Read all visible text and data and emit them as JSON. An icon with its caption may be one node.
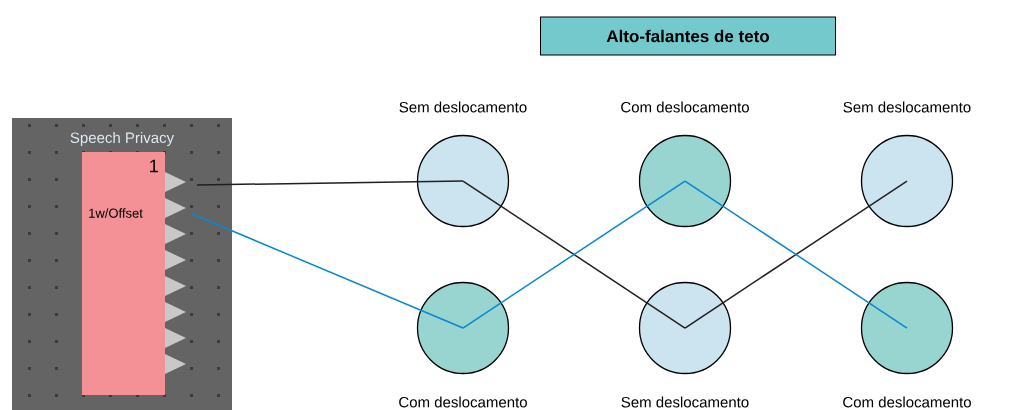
{
  "diagram": {
    "title": "Alto-falantes de teto",
    "nodes": [
      {
        "text": [
          "Speech Privacy"
        ]
      },
      {
        "text": [
          "1",
          "1w/Offset"
        ],
        "in": 0
      },
      {
        "text": [],
        "shape": "circle",
        "beside": [
          "Sem deslocamento"
        ]
      },
      {
        "text": [],
        "shape": "circle",
        "beside": [
          "Com deslocamento"
        ]
      },
      {
        "text": [],
        "shape": "circle",
        "beside": [
          "Sem deslocamento"
        ]
      },
      {
        "text": [],
        "shape": "circle",
        "beside": [
          "Com deslocamento"
        ]
      },
      {
        "text": [],
        "shape": "circle",
        "beside": [
          "Sem deslocamento"
        ]
      },
      {
        "text": [],
        "shape": "circle",
        "beside": [
          "Com deslocamento"
        ]
      }
    ],
    "edges": [
      {
        "from": 1,
        "to": 2,
        "arrow": "none",
        "color": "#231f20"
      },
      {
        "from": 2,
        "to": 6,
        "arrow": "none",
        "color": "#231f20"
      },
      {
        "from": 6,
        "to": 4,
        "arrow": "none",
        "color": "#231f20"
      },
      {
        "from": 1,
        "to": 5,
        "arrow": "none",
        "color": "#0a86d0"
      },
      {
        "from": 5,
        "to": 3,
        "arrow": "none",
        "color": "#0a86d0"
      },
      {
        "from": 3,
        "to": 7,
        "arrow": "none",
        "color": "#0a86d0"
      }
    ]
  }
}
